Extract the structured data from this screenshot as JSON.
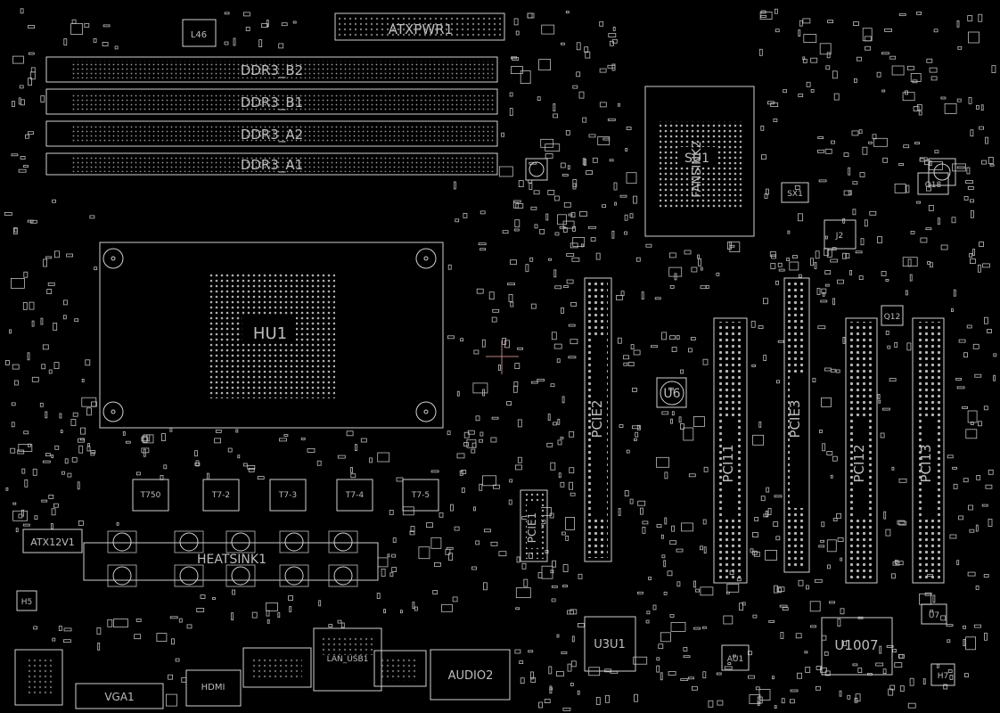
{
  "labels": {
    "atxpwr": "ATXPWR1",
    "l46": "L46",
    "ddr_b2": "DDR3_B2",
    "ddr_b1": "DDR3_B1",
    "ddr_a2": "DDR3_A2",
    "ddr_a1": "DDR3_A1",
    "hu1": "HU1",
    "su1": "SU1",
    "fan_label": "FANSINK2",
    "sx1": "SX1",
    "u6": "U6",
    "pcie2": "PCIE2",
    "pci11": "PCI11",
    "pcie3": "PCIE3",
    "pci12": "PCI12",
    "pci13": "PCI13",
    "pcie1": "PCIE1",
    "atx12v": "ATX12V1",
    "heatsink": "HEATSINK1",
    "t750": "T750",
    "t72": "T7-2",
    "t73": "T7-3",
    "t74": "T7-4",
    "t75": "T7-5",
    "u3u1": "U3U1",
    "u1007": "U1007",
    "au1": "AU1",
    "u7": "U7",
    "audio2": "AUDIO2",
    "lan_usb": "LAN_USB1",
    "hdmi": "HDMI",
    "vga": "VGA1",
    "h5": "H5",
    "h7": "H7",
    "q18": "Q18",
    "j2": "J2",
    "q12": "Q12"
  }
}
